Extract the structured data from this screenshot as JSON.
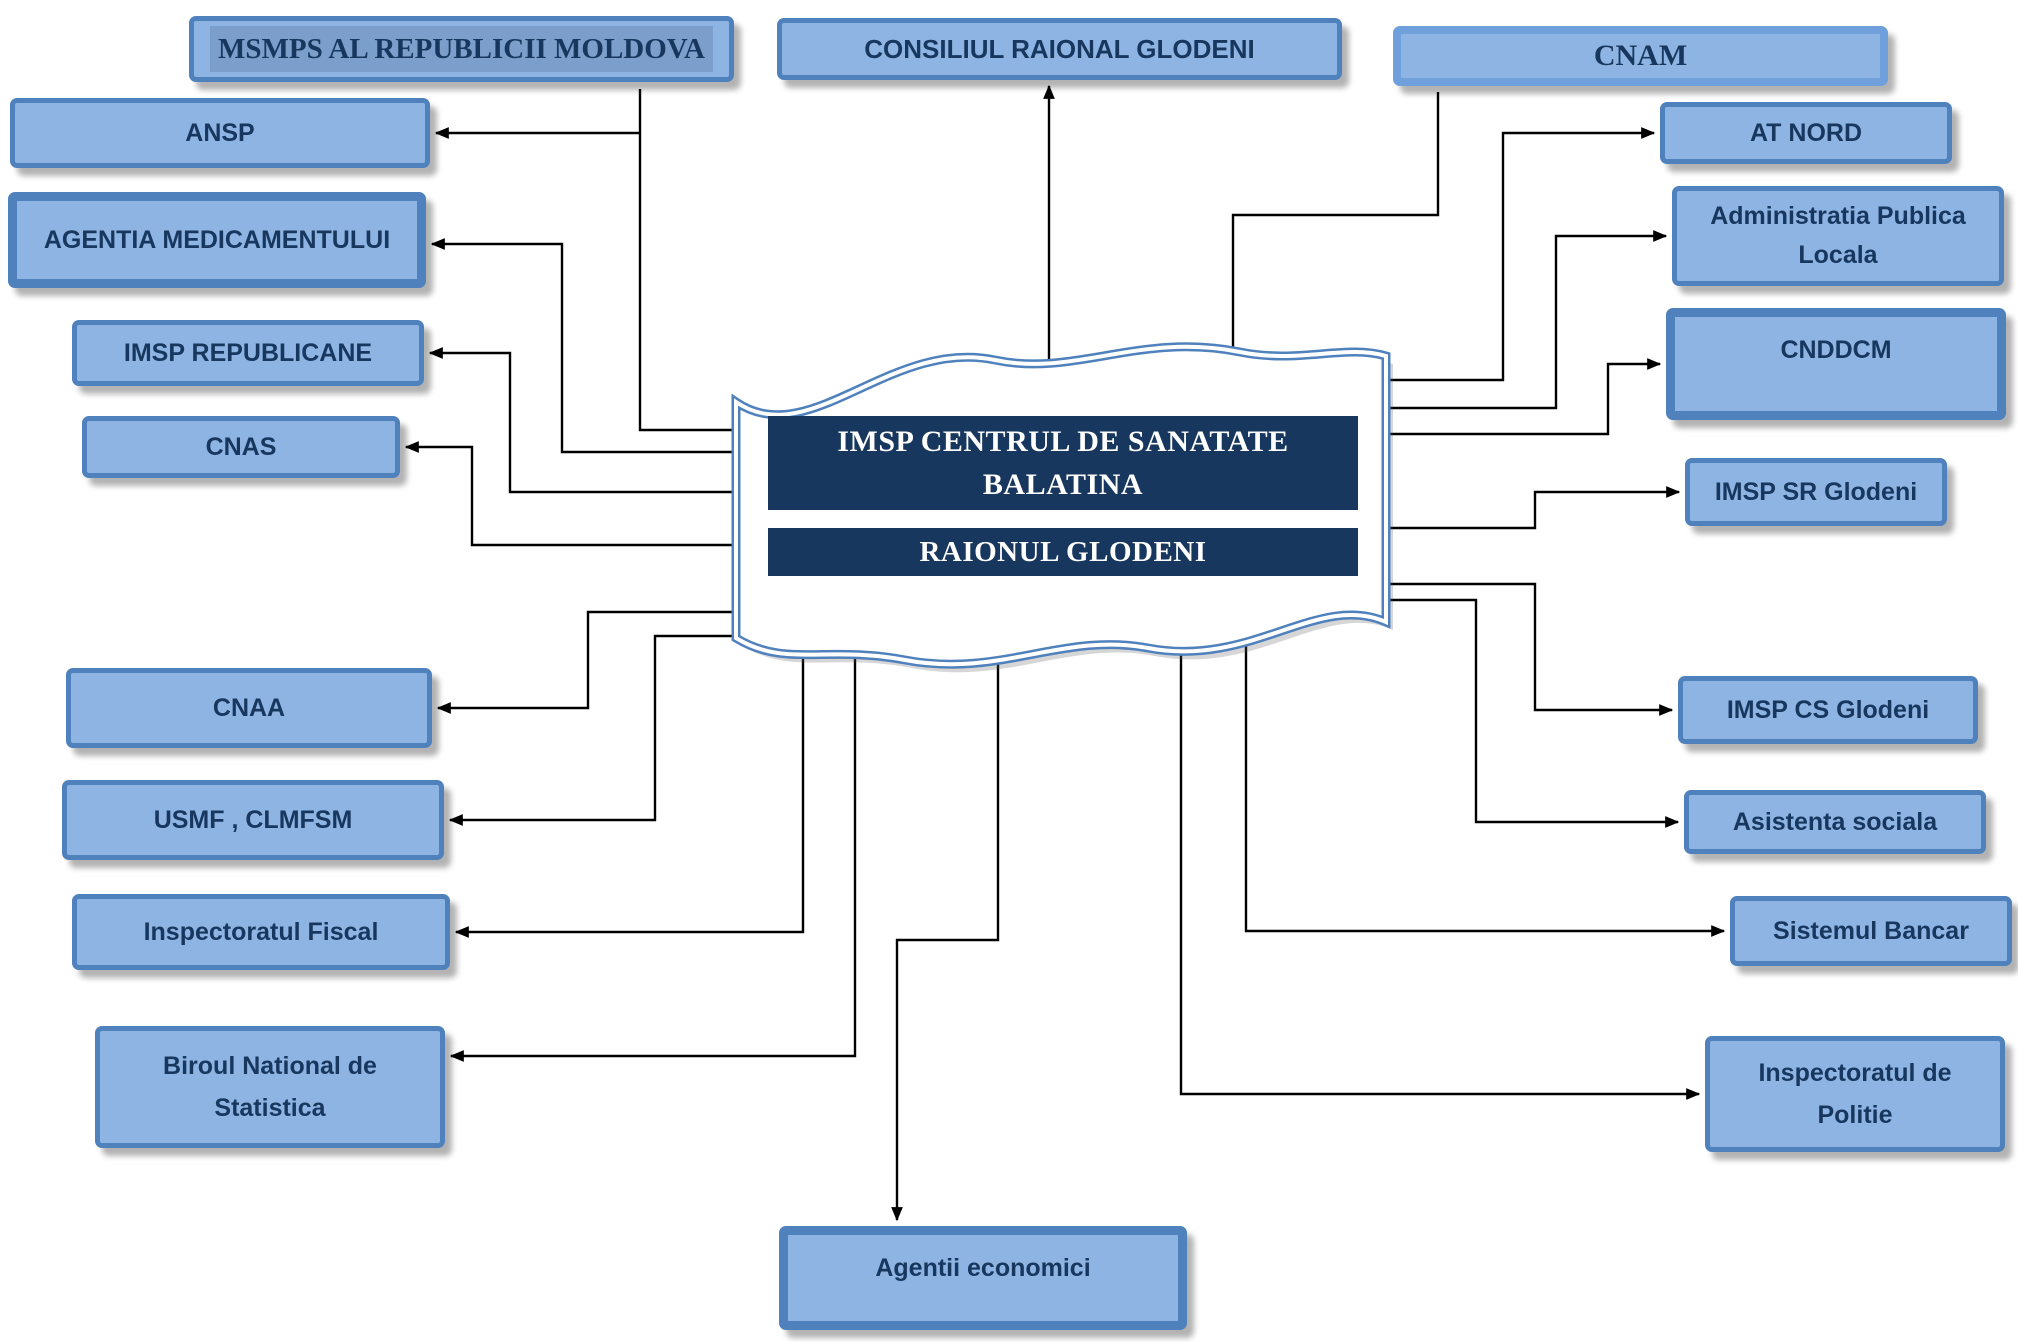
{
  "center": {
    "line1": "IMSP CENTRUL DE SANATATE",
    "line2": "BALATINA",
    "subtitle": "RAIONUL GLODENI"
  },
  "nodes": {
    "msmps": {
      "label": "MSMPS AL REPUBLICII MOLDOVA"
    },
    "consiliul": {
      "label": "CONSILIUL RAIONAL GLODENI"
    },
    "cnam": {
      "label": "CNAM"
    },
    "ansp": {
      "label": "ANSP"
    },
    "agentia": {
      "label": "AGENTIA MEDICAMENTULUI"
    },
    "imsp_republicane": {
      "label": "IMSP REPUBLICANE"
    },
    "cnas": {
      "label": "CNAS"
    },
    "cnaa": {
      "label": "CNAA"
    },
    "usmf": {
      "label": "USMF , CLMFSM"
    },
    "fiscal": {
      "label": "Inspectoratul Fiscal"
    },
    "biroul": {
      "label": "Biroul National de Statistica"
    },
    "at_nord": {
      "label": "AT NORD"
    },
    "apl": {
      "label": "Administratia Publica Locala"
    },
    "cnddcm": {
      "label": "CNDDCM"
    },
    "imsp_sr": {
      "label": "IMSP SR Glodeni"
    },
    "imsp_cs": {
      "label": "IMSP CS Glodeni"
    },
    "asistenta": {
      "label": "Asistenta sociala"
    },
    "bancar": {
      "label": "Sistemul Bancar"
    },
    "politie": {
      "label": "Inspectoratul de Politie"
    },
    "agentii": {
      "label": "Agentii economici"
    }
  },
  "edges": [
    {
      "from": "center",
      "to": "msmps",
      "arrow": false
    },
    {
      "from": "center",
      "to": "consiliul",
      "arrow": true
    },
    {
      "from": "center",
      "to": "cnam",
      "arrow": false
    },
    {
      "from": "center",
      "to": "ansp",
      "arrow": true
    },
    {
      "from": "center",
      "to": "agentia",
      "arrow": true
    },
    {
      "from": "center",
      "to": "imsp_republicane",
      "arrow": true
    },
    {
      "from": "center",
      "to": "cnas",
      "arrow": true
    },
    {
      "from": "center",
      "to": "cnaa",
      "arrow": true
    },
    {
      "from": "center",
      "to": "usmf",
      "arrow": true
    },
    {
      "from": "center",
      "to": "fiscal",
      "arrow": true
    },
    {
      "from": "center",
      "to": "biroul",
      "arrow": true
    },
    {
      "from": "center",
      "to": "agentii",
      "arrow": true
    },
    {
      "from": "center",
      "to": "at_nord",
      "arrow": true
    },
    {
      "from": "center",
      "to": "apl",
      "arrow": true
    },
    {
      "from": "center",
      "to": "cnddcm",
      "arrow": true
    },
    {
      "from": "center",
      "to": "imsp_sr",
      "arrow": true
    },
    {
      "from": "center",
      "to": "imsp_cs",
      "arrow": true
    },
    {
      "from": "center",
      "to": "asistenta",
      "arrow": true
    },
    {
      "from": "center",
      "to": "bancar",
      "arrow": true
    },
    {
      "from": "center",
      "to": "politie",
      "arrow": true
    }
  ],
  "colors": {
    "box_fill": "#8EB4E3",
    "box_border": "#4F81BD",
    "bar_bg": "#17375E",
    "bar_text": "#FFFFFF",
    "text": "#17375E",
    "connector": "#000000"
  }
}
